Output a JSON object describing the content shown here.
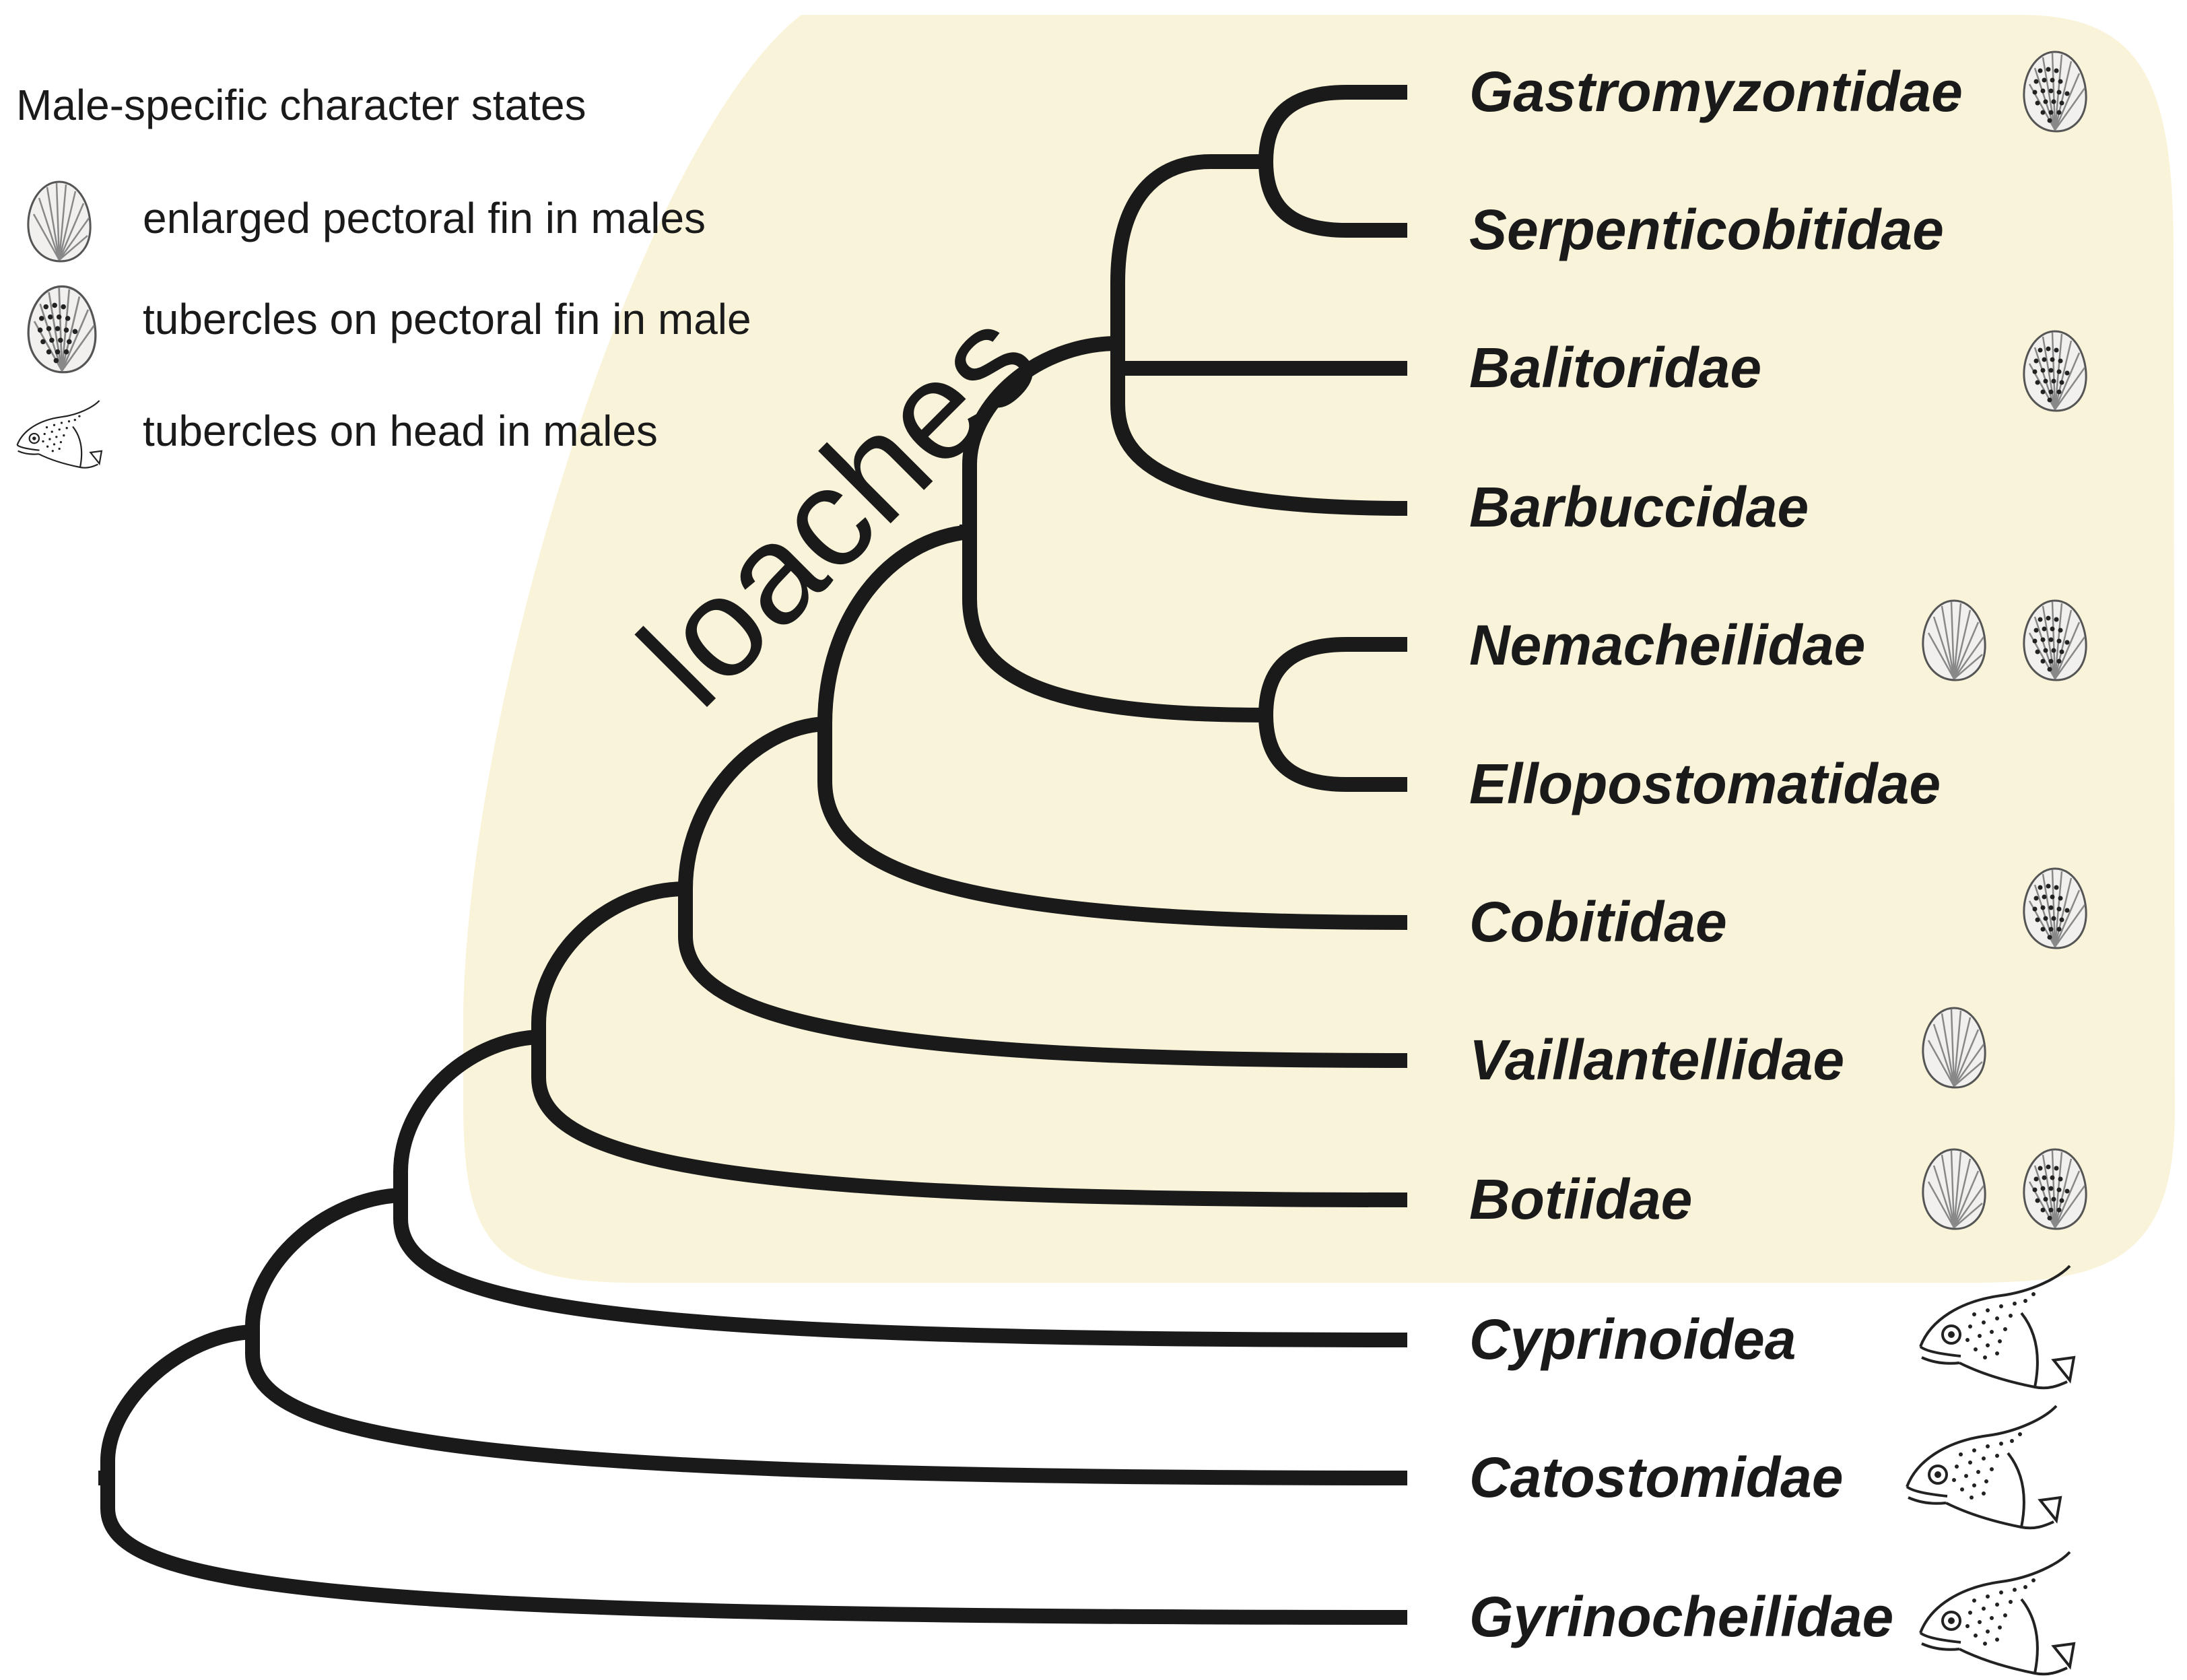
{
  "legend": {
    "title": "Male-specific character states",
    "items": [
      {
        "icon": "enlarged-fin-icon",
        "label": "enlarged pectoral fin in males"
      },
      {
        "icon": "tubercle-fin-icon",
        "label": "tubercles on pectoral fin in male"
      },
      {
        "icon": "fish-head-icon",
        "label": "tubercles on head in males"
      }
    ]
  },
  "clade_label": "loaches",
  "colors": {
    "clade_highlight": "#f9f4d9",
    "branch": "#1a1a1a",
    "background": "#ffffff"
  },
  "taxa": [
    {
      "name": "Gastromyzontidae",
      "traits": [
        "tubercle-fin-icon"
      ]
    },
    {
      "name": "Serpenticobitidae",
      "traits": []
    },
    {
      "name": "Balitoridae",
      "traits": [
        "tubercle-fin-icon"
      ]
    },
    {
      "name": "Barbuccidae",
      "traits": []
    },
    {
      "name": "Nemacheilidae",
      "traits": [
        "enlarged-fin-icon",
        "tubercle-fin-icon"
      ]
    },
    {
      "name": "Ellopostomatidae",
      "traits": []
    },
    {
      "name": "Cobitidae",
      "traits": [
        "tubercle-fin-icon"
      ]
    },
    {
      "name": "Vaillantellidae",
      "traits": [
        "enlarged-fin-icon"
      ]
    },
    {
      "name": "Botiidae",
      "traits": [
        "enlarged-fin-icon",
        "tubercle-fin-icon"
      ]
    },
    {
      "name": "Cyprinoidea",
      "traits": [
        "fish-head-icon"
      ]
    },
    {
      "name": "Catostomidae",
      "traits": [
        "fish-head-icon"
      ]
    },
    {
      "name": "Gyrinocheilidae",
      "traits": [
        "fish-head-icon"
      ]
    }
  ]
}
